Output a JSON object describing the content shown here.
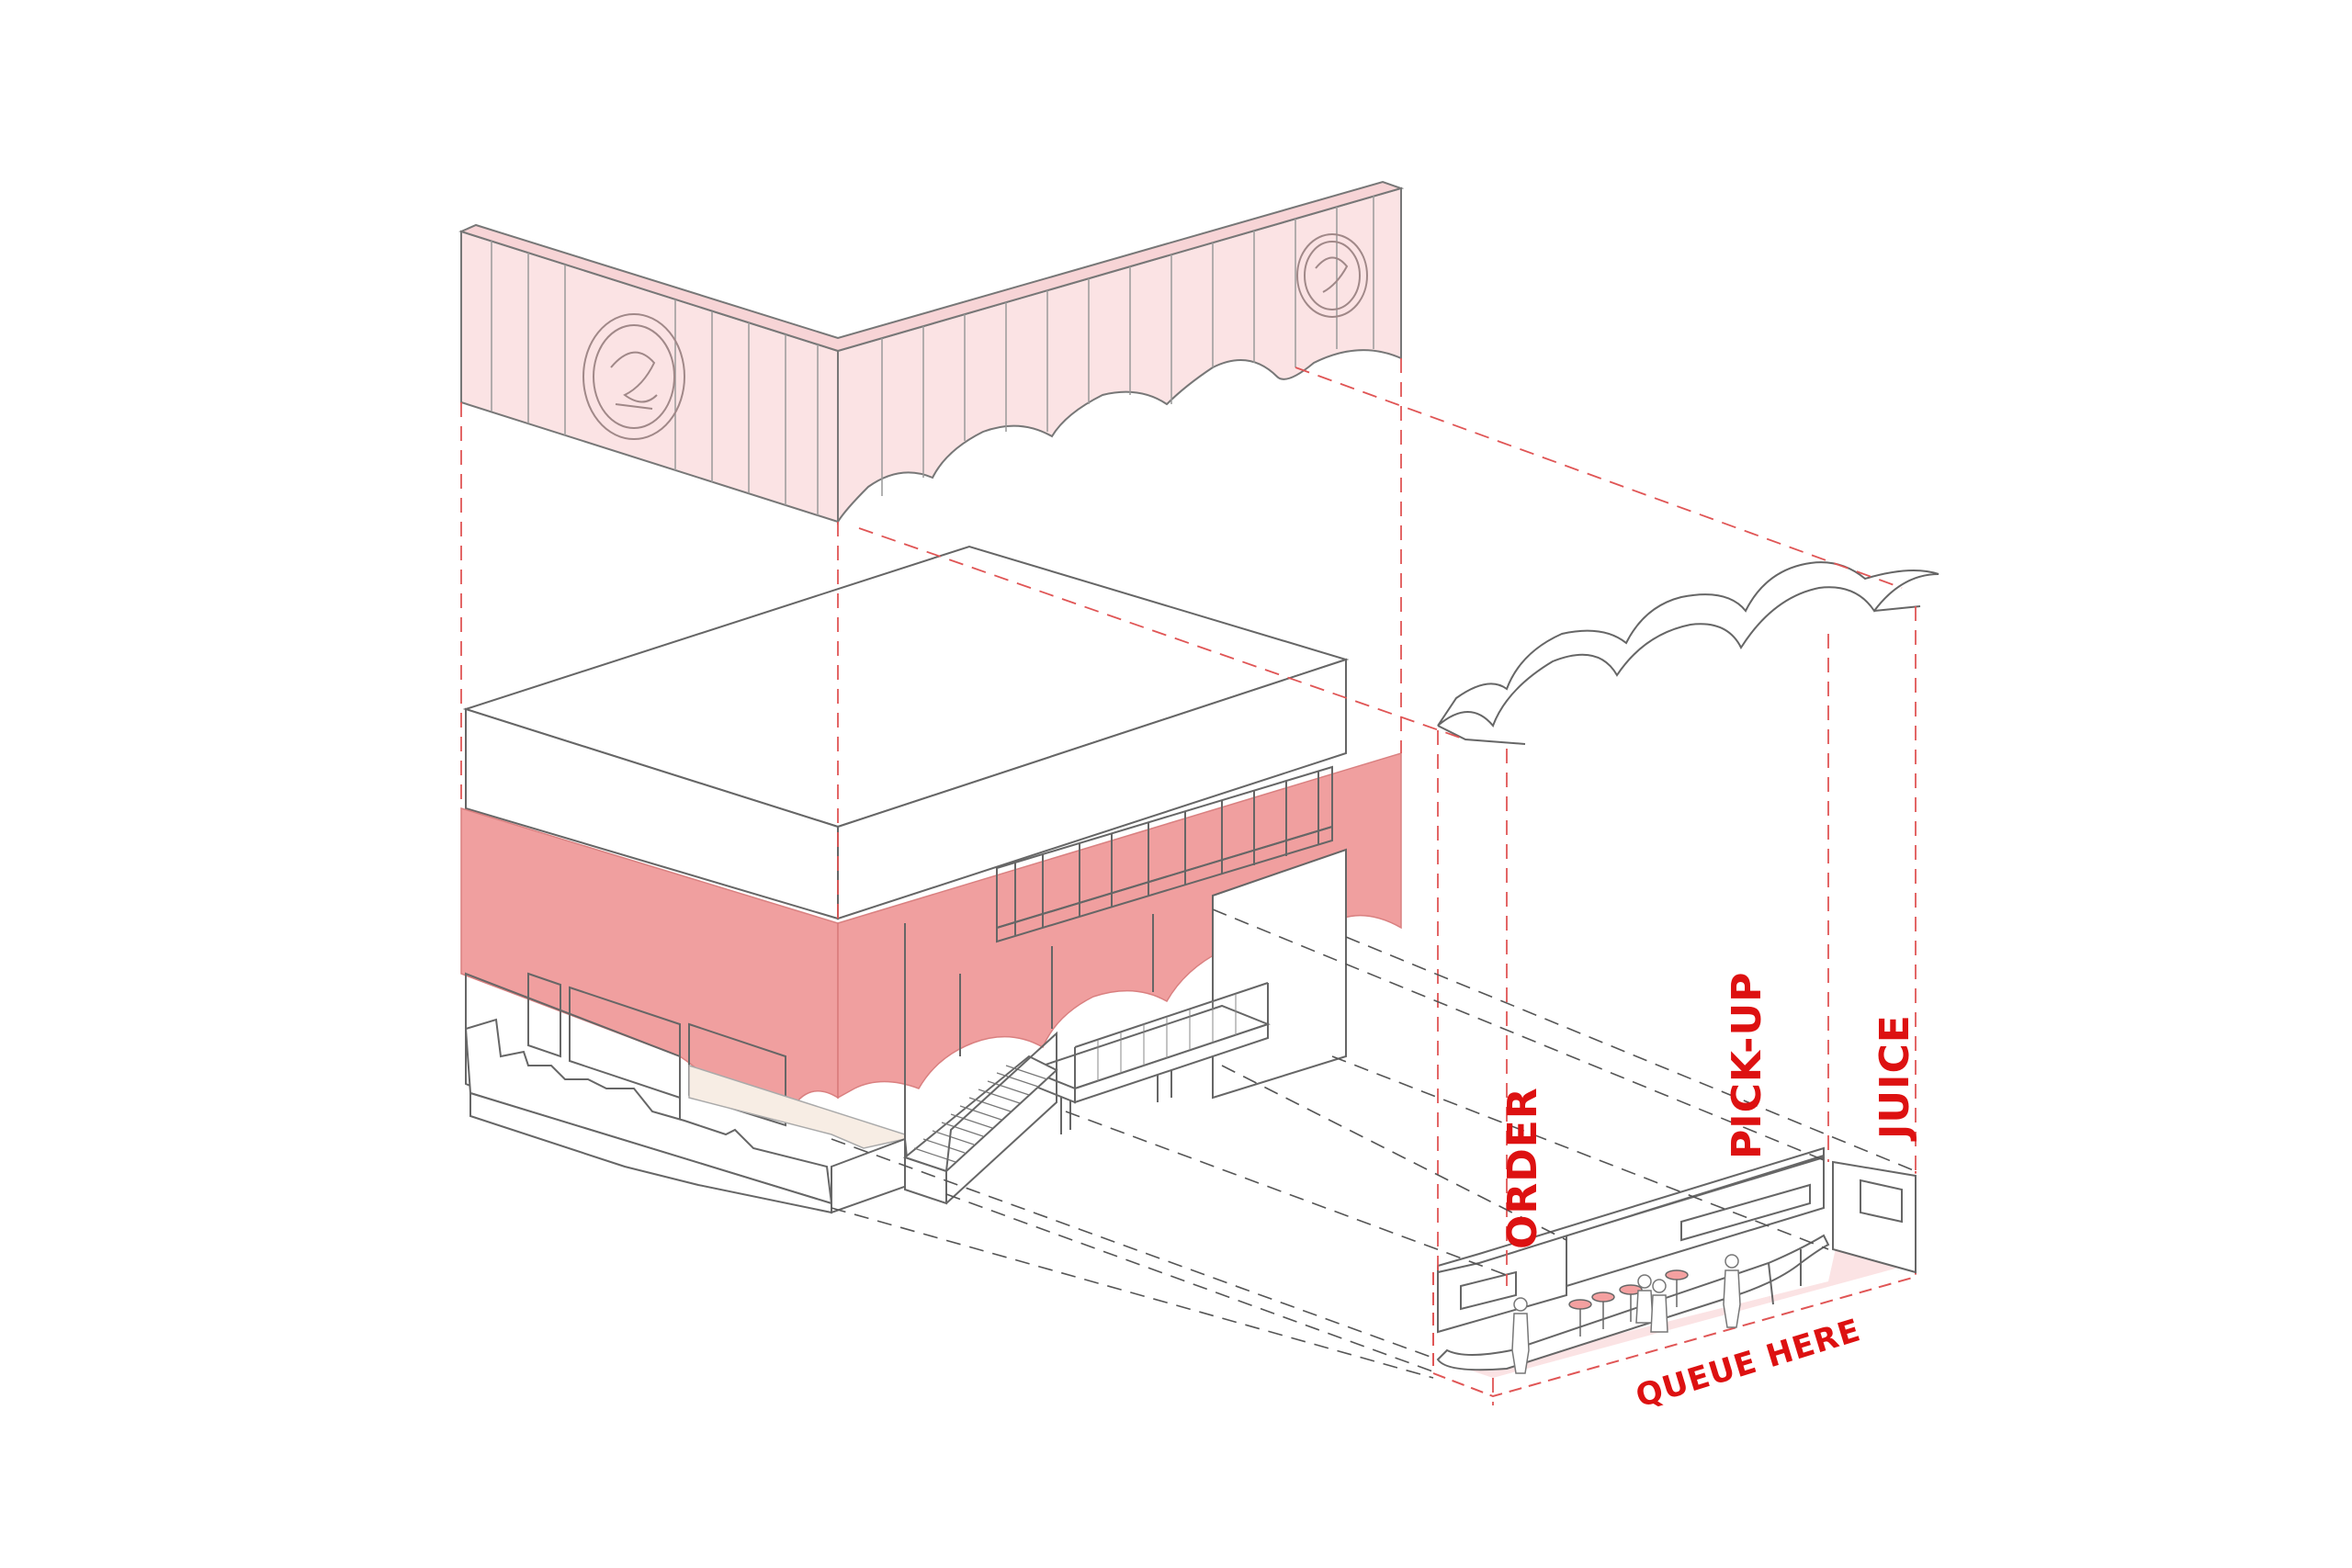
{
  "labels": {
    "order": "ORDER",
    "pickup": "PICK-UP",
    "juice": "JUICE",
    "queue": "QUEUE HERE"
  },
  "colors": {
    "accent": "#dd1111",
    "sign_fill": "#fbe3e4",
    "band_fill": "#f09a9a",
    "wood_fill": "#f7ede4",
    "line": "#555555",
    "dash": "#e05555"
  }
}
